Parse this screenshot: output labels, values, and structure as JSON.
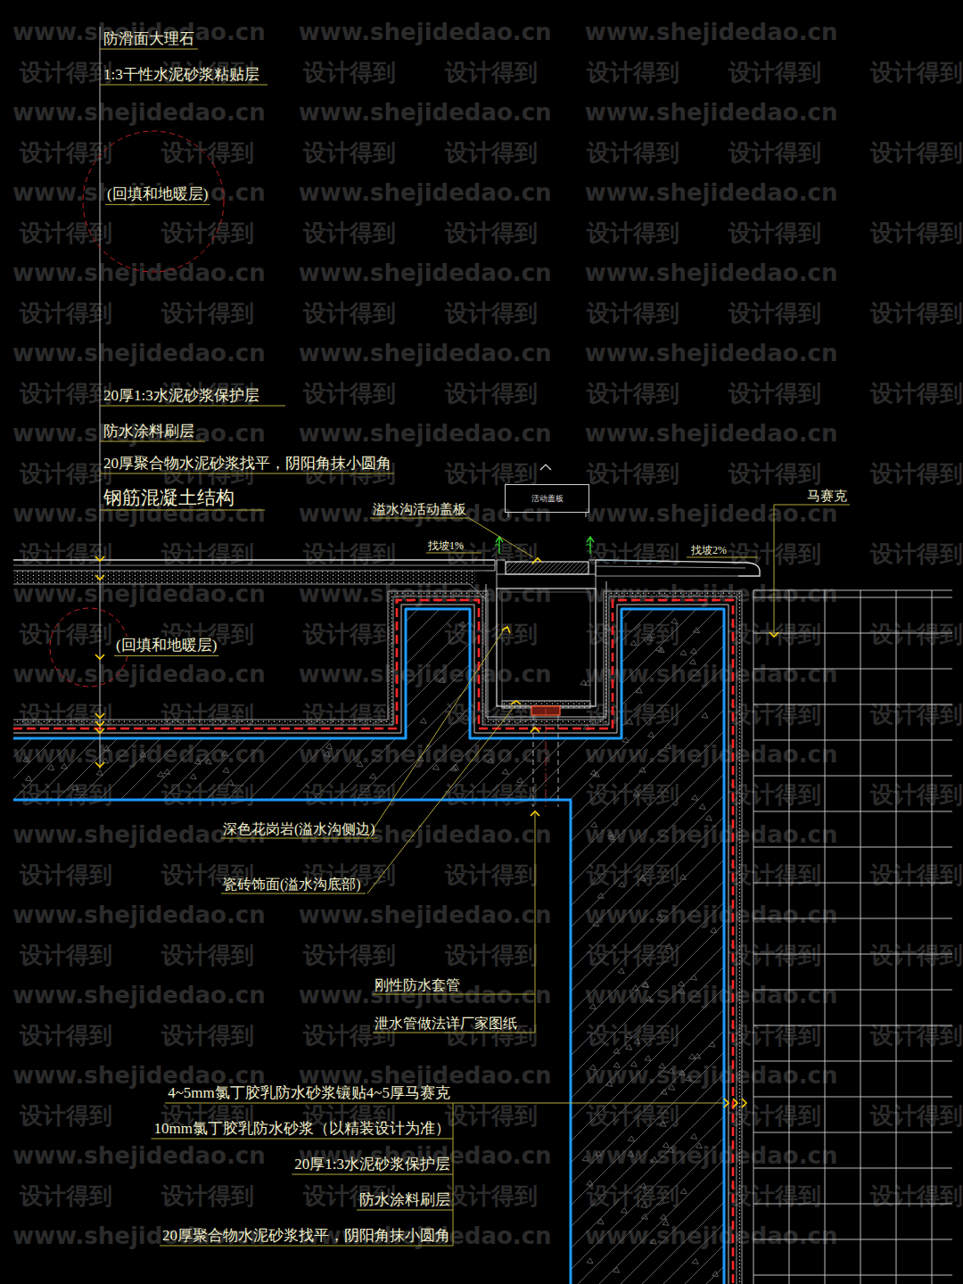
{
  "diagram": {
    "nodes": [
      {
        "text": [
          "(回填和地暖层)"
        ]
      },
      {
        "text": [
          "(回填和地暖层)"
        ]
      },
      {
        "text": [
          "活动盖板"
        ]
      }
    ],
    "labels": [
      "防滑面大理石",
      "1:3干性水泥砂浆粘贴层",
      "20厚1:3水泥砂浆保护层",
      "防水涂料刷层",
      "20厚聚合物水泥砂浆找平，阴阳角抹小圆角",
      "钢筋混凝土结构",
      "溢水沟活动盖板",
      "找坡1%",
      "找坡2%",
      "马赛克",
      "深色花岗岩(溢水沟侧边)",
      "瓷砖饰面(溢水沟底部)",
      "刚性防水套管",
      "泄水管做法详厂家图纸",
      "4~5mm氯丁胶乳防水砂浆镶贴4~5厚马赛克",
      "10mm氯丁胶乳防水砂浆（以精装设计为准）",
      "20厚1:3水泥砂浆保护层",
      "防水涂料刷层",
      "20厚聚合物水泥砂浆找平，阴阳角抹小圆角",
      "www.shejidedao.cn www.shejidedao.cn www.shejidedao.cn",
      "设计得到 设计得到 设计得到 设计得到 设计得到 设计得到 设计得到",
      "www.shejidedao.cn www.shejidedao.cn www.shejidedao.cn",
      "设计得到 设计得到 设计得到 设计得到 设计得到 设计得到 设计得到",
      "www.shejidedao.cn www.shejidedao.cn www.shejidedao.cn",
      "设计得到 设计得到 设计得到 设计得到 设计得到 设计得到 设计得到",
      "www.shejidedao.cn www.shejidedao.cn www.shejidedao.cn",
      "设计得到 设计得到 设计得到 设计得到 设计得到 设计得到 设计得到",
      "www.shejidedao.cn www.shejidedao.cn www.shejidedao.cn",
      "设计得到 设计得到 设计得到 设计得到 设计得到 设计得到 设计得到",
      "www.shejidedao.cn www.shejidedao.cn www.shejidedao.cn",
      "设计得到 设计得到 设计得到 设计得到 设计得到 设计得到 设计得到",
      "www.shejidedao.cn www.shejidedao.cn www.shejidedao.cn",
      "设计得到 设计得到 设计得到 设计得到 设计得到 设计得到 设计得到",
      "www.shejidedao.cn www.shejidedao.cn www.shejidedao.cn",
      "设计得到 设计得到 设计得到 设计得到 设计得到 设计得到 设计得到",
      "www.shejidedao.cn www.shejidedao.cn www.shejidedao.cn",
      "设计得到 设计得到 设计得到 设计得到 设计得到 设计得到 设计得到",
      "www.shejidedao.cn www.shejidedao.cn www.shejidedao.cn",
      "设计得到 设计得到 设计得到 设计得到 设计得到 设计得到 设计得到",
      "www.shejidedao.cn www.shejidedao.cn www.shejidedao.cn",
      "设计得到 设计得到 设计得到 设计得到 设计得到 设计得到 设计得到",
      "www.shejidedao.cn www.shejidedao.cn www.shejidedao.cn",
      "设计得到 设计得到 设计得到 设计得到 设计得到 设计得到 设计得到",
      "www.shejidedao.cn www.shejidedao.cn www.shejidedao.cn",
      "设计得到 设计得到 设计得到 设计得到 设计得到 设计得到 设计得到",
      "www.shejidedao.cn www.shejidedao.cn www.shejidedao.cn",
      "设计得到 设计得到 设计得到 设计得到 设计得到 设计得到 设计得到",
      "www.shejidedao.cn www.shejidedao.cn www.shejidedao.cn",
      "设计得到 设计得到 设计得到 设计得到 设计得到 设计得到 设计得到",
      "www.shejidedao.cn www.shejidedao.cn www.shejidedao.cn"
    ]
  }
}
